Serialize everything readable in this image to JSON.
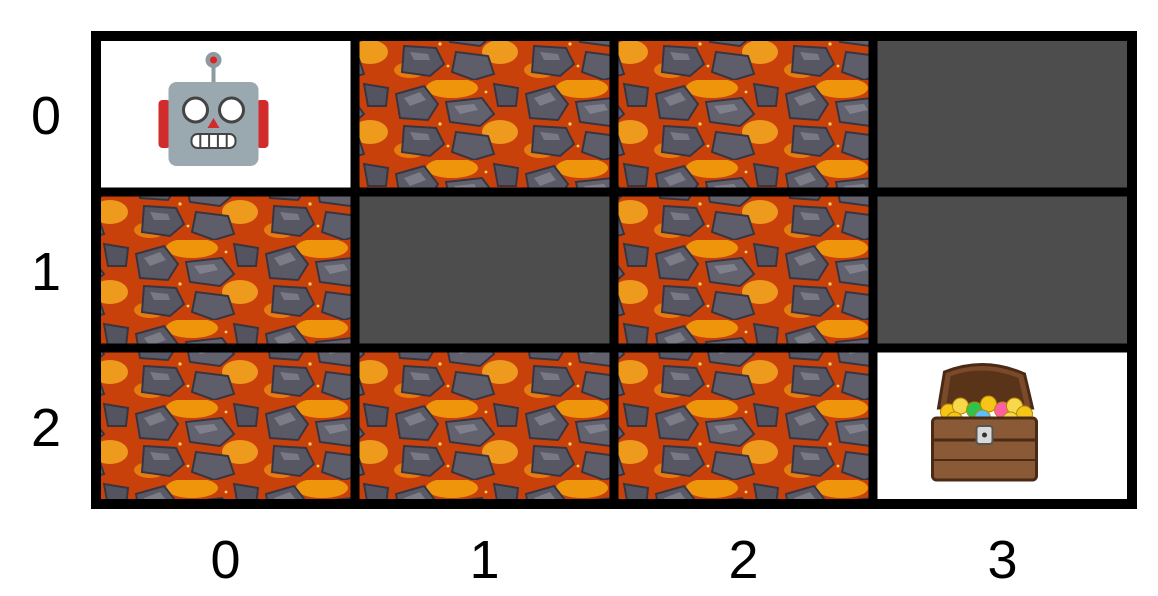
{
  "grid": {
    "rows": 3,
    "cols": 4,
    "row_labels": [
      "0",
      "1",
      "2"
    ],
    "col_labels": [
      "0",
      "1",
      "2",
      "3"
    ],
    "cells": [
      [
        "agent",
        "lava",
        "lava",
        "wall"
      ],
      [
        "lava",
        "wall",
        "lava",
        "wall"
      ],
      [
        "lava",
        "lava",
        "lava",
        "goal"
      ]
    ],
    "legend_colors": {
      "wall": "#4d4d4d",
      "empty": "#ffffff",
      "lava_base": "#c8410b",
      "lava_glow": "#f5a40c",
      "rock": "#5a5a66"
    },
    "icons": {
      "agent": "robot-icon",
      "goal": "treasure-chest-icon"
    }
  }
}
